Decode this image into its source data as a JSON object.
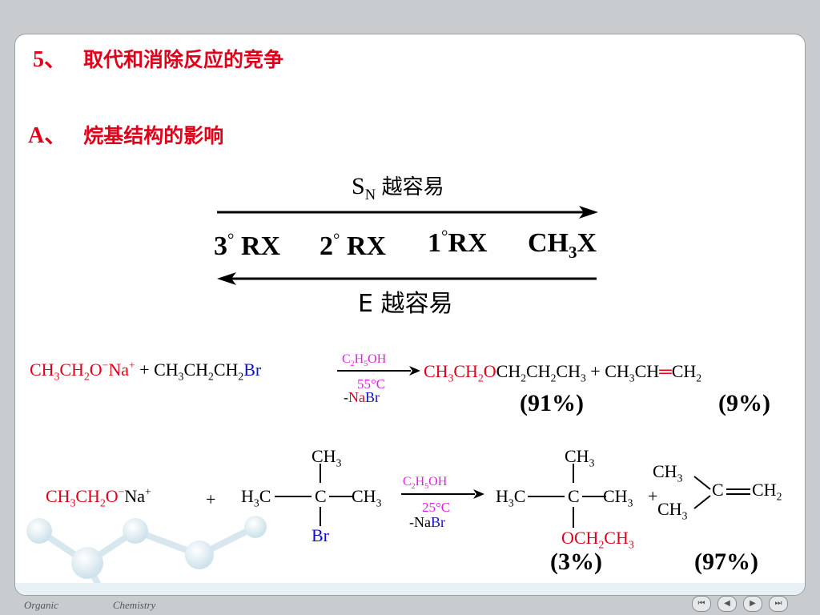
{
  "heading1": {
    "num": "5、",
    "text": "取代和消除反应的竞争"
  },
  "heading2": {
    "num": "A、",
    "text": "烷基结构的影响"
  },
  "scheme": {
    "top_label_s": "S",
    "top_label_n": "N",
    "top_label_rest": "越容易",
    "series": [
      "3",
      "RX",
      "2",
      "RX",
      "1",
      "RX"
    ],
    "ch3x": {
      "a": "CH",
      "b": "3",
      "c": "X"
    },
    "degree": "°",
    "bottom_label": "E 越容易"
  },
  "r1": {
    "lhs1": "CH3CH2O",
    "minus": "−",
    "na": "Na",
    "plus_charge": "+",
    "plus": "+",
    "lhs2": "CH3CH2CH2",
    "br": "Br",
    "solvent": "C2H5OH",
    "temp": "55°C",
    "byp_dash": "-",
    "byp_na": "Na",
    "byp_br": "Br",
    "prod1a": "CH3CH2O",
    "prod1b": "CH2CH2CH3",
    "plus2": "+",
    "prod2a": "CH3CH",
    "prod2b": "CH2",
    "y1": "(91%)",
    "y2": "(9%)"
  },
  "r2": {
    "lhs1": "CH3CH2O",
    "minus": "−",
    "na": "Na",
    "plus_charge": "+",
    "plus": "+",
    "top_ch3": "CH3",
    "h3c": "H3C",
    "c": "C",
    "ch3r": "CH3",
    "br": "Br",
    "solvent": "C2H5OH",
    "temp": "25°C",
    "byp_dash": "-",
    "byp_na": "Na",
    "byp_br": "Br",
    "p_top_ch3": "CH3",
    "p_h3c": "H3C",
    "p_c": "C",
    "p_ch3r": "CH3",
    "plus2": "+",
    "p_o": "O",
    "p_och": "CH2CH3",
    "alk_ch3a": "CH3",
    "alk_ch3b": "CH3",
    "alk_c": "C",
    "alk_ch2": "CH2",
    "y1": "(3%)",
    "y2": "(97%)"
  },
  "footer": {
    "left1": "Organic",
    "left2": "Chemistry"
  },
  "nav": [
    "⏮",
    "◀",
    "▶",
    "⏭"
  ]
}
